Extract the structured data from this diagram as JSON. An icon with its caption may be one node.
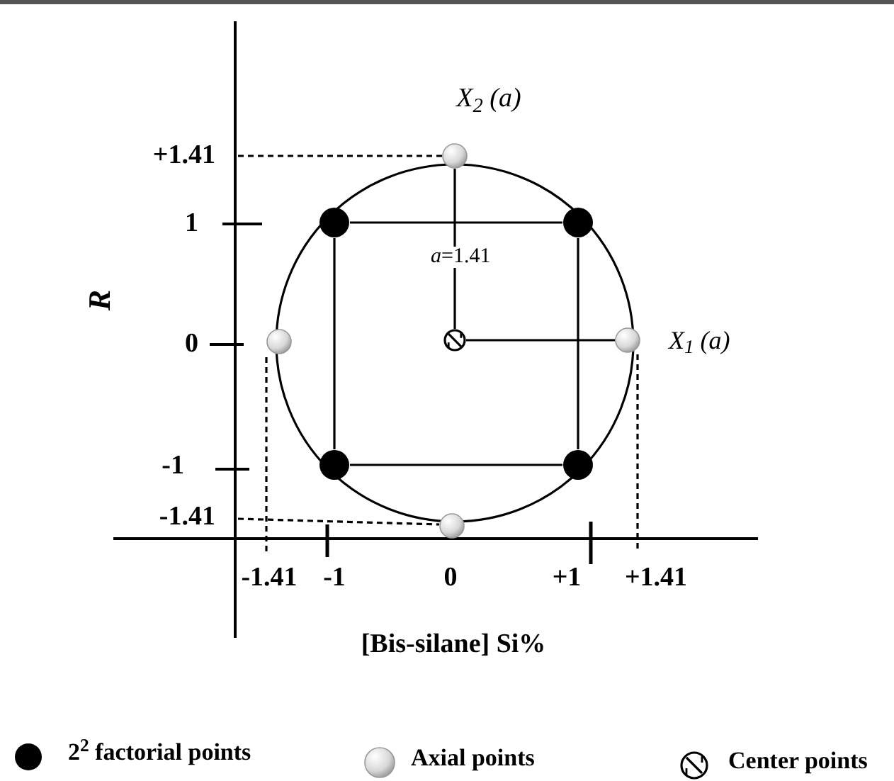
{
  "diagram": {
    "nodes": [
      {
        "text": [],
        "shape": "circle"
      },
      {
        "text": [],
        "shape": "circle"
      },
      {
        "text": [],
        "shape": "circle"
      },
      {
        "text": [],
        "shape": "circle"
      },
      {
        "text": [],
        "shape": "circle"
      },
      {
        "text": [],
        "shape": "circle"
      },
      {
        "text": [],
        "shape": "circle"
      },
      {
        "text": [],
        "shape": "circle"
      },
      {
        "text": [],
        "shape": "circle"
      }
    ],
    "edges": [
      {
        "from": 0,
        "to": 1,
        "arrow": "none"
      },
      {
        "from": 1,
        "to": 3,
        "arrow": "none"
      },
      {
        "from": 2,
        "to": 3,
        "arrow": "none"
      },
      {
        "from": 0,
        "to": 2,
        "arrow": "none"
      },
      {
        "from": 8,
        "to": 4,
        "arrow": "none",
        "label": "*a*=1.41"
      },
      {
        "from": 8,
        "to": 6,
        "arrow": "none"
      }
    ],
    "labels": [
      "X$_{2}$ (*a*)",
      "+1.41",
      "1",
      "R",
      "0",
      "X$_{1}$ (*a*)",
      "-1",
      "-1.41",
      "-1.41",
      "-1",
      "0",
      "+1",
      "+1.41",
      "[Bis-silane] Si%"
    ],
    "legend": [
      {
        "text": "2$^{2}$ factorial points"
      },
      {
        "text": "Axial points"
      },
      {
        "text": "Center points"
      }
    ]
  }
}
